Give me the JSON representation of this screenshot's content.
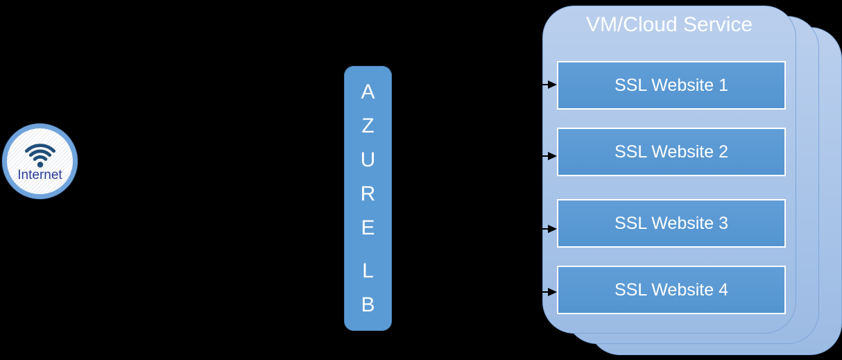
{
  "diagram": {
    "type": "architecture-diagram",
    "background": "#000000"
  },
  "internet": {
    "label": "Internet",
    "icon": "wifi-icon"
  },
  "load_balancer": {
    "name": "AZURE LB",
    "letters": [
      "A",
      "Z",
      "U",
      "R",
      "E",
      "L",
      "B"
    ]
  },
  "vm_service": {
    "title": "VM/Cloud Service",
    "stack_count": 3,
    "websites": [
      {
        "label": "SSL Website 1"
      },
      {
        "label": "SSL Website 2"
      },
      {
        "label": "SSL Website 3"
      },
      {
        "label": "SSL Website 4"
      }
    ]
  },
  "connections": [
    {
      "from": "internet",
      "to": "azure-lb"
    },
    {
      "from": "azure-lb",
      "to": "SSL Website 1"
    },
    {
      "from": "azure-lb",
      "to": "SSL Website 2"
    },
    {
      "from": "azure-lb",
      "to": "SSL Website 3"
    },
    {
      "from": "azure-lb",
      "to": "SSL Website 4"
    }
  ],
  "colors": {
    "background": "#000000",
    "primary_blue": "#5B9BD5",
    "card_fill_light": "#BACFED",
    "card_fill_dark": "#9CBBE4",
    "card_border": "#7CA6D8",
    "box_border": "#FFFFFF",
    "text_on_blue": "#FFFFFF",
    "internet_ring": "#6FA3DC",
    "wifi_glyph": "#1F4E79",
    "internet_text": "#2B3D9B",
    "connector": "#000000"
  }
}
